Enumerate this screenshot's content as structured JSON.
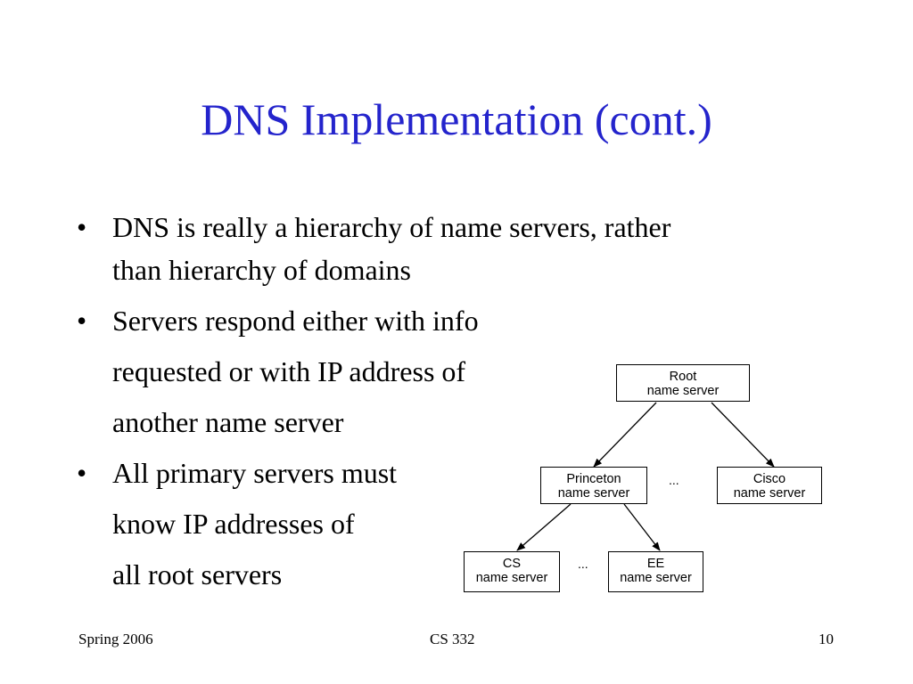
{
  "slide": {
    "title": "DNS Implementation (cont.)",
    "title_color": "#2424cc",
    "bullet_glyph": "•",
    "bullets": [
      {
        "lines": [
          "DNS is really a hierarchy of name servers, rather",
          "than hierarchy of domains"
        ]
      },
      {
        "lines": [
          "Servers respond either with info",
          "requested or with IP address of",
          "another name server"
        ]
      },
      {
        "lines": [
          "All primary servers must",
          "know IP addresses of",
          "all root servers"
        ]
      }
    ]
  },
  "diagram": {
    "root": {
      "line1": "Root",
      "line2": "name server"
    },
    "princeton": {
      "line1": "Princeton",
      "line2": "name server"
    },
    "cisco": {
      "line1": "Cisco",
      "line2": "name server"
    },
    "cs": {
      "line1": "CS",
      "line2": "name server"
    },
    "ee": {
      "line1": "EE",
      "line2": "name server"
    },
    "ellipsis_mid": "...",
    "ellipsis_low": "..."
  },
  "footer": {
    "left": "Spring 2006",
    "center": "CS 332",
    "right": "10"
  }
}
